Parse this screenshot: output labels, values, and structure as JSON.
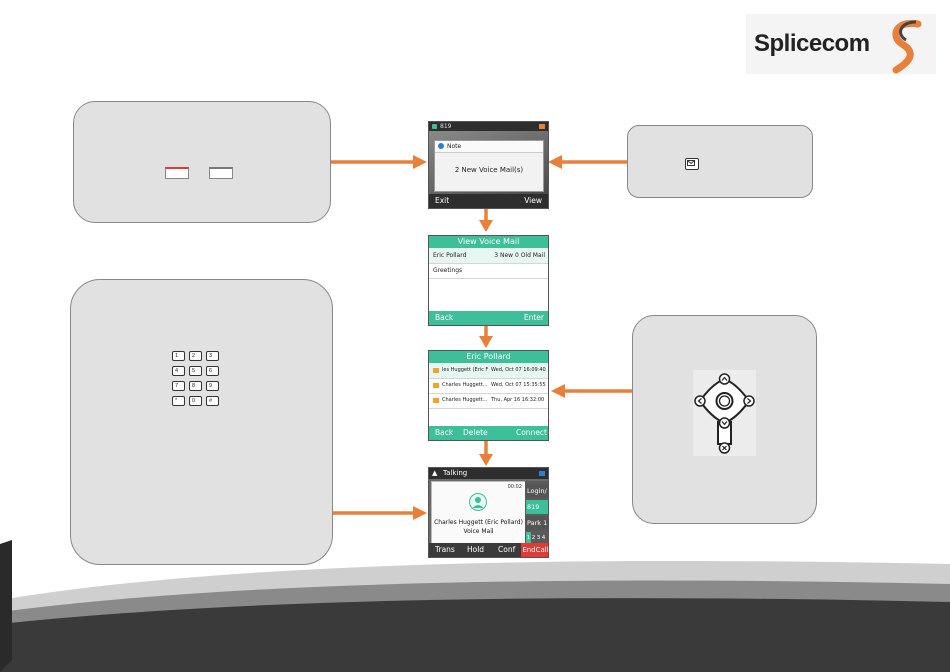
{
  "logo": {
    "brand": "Splicecom"
  },
  "phone_notification": {
    "extension": "819",
    "dialog_title": "Note",
    "dialog_message": "2 New Voice Mail(s)",
    "soft_left": "Exit",
    "soft_right": "View"
  },
  "view_voicemail": {
    "title": "View Voice Mail",
    "rows": [
      {
        "name": "Eric Pollard",
        "count": "3 New 0 Old Mail"
      },
      {
        "name": "Greetings",
        "count": ""
      }
    ],
    "soft_left": "Back",
    "soft_right": "Enter"
  },
  "mailbox": {
    "title": "Eric Pollard",
    "rows": [
      {
        "caller": "les Huggett (Eric F",
        "date": "Wed, Oct 07 16:09:40"
      },
      {
        "caller": "Charles Huggett...",
        "date": "Wed, Oct 07 15:35:55"
      },
      {
        "caller": "Charles Huggett...",
        "date": "Thu, Apr 16 16:32:00"
      }
    ],
    "soft_left": "Back",
    "soft_mid": "Delete",
    "soft_right": "Connect"
  },
  "talking": {
    "status": "Talking",
    "timer": "00:02",
    "caller_line1": "Charles Huggett (Eric Pollard)",
    "caller_line2": "Voice Mail",
    "side_items": [
      "Login/",
      "819",
      "Park 1",
      "1",
      "2",
      "3",
      "4"
    ],
    "soft_keys": [
      "Trans",
      "Hold",
      "Conf",
      "EndCall"
    ]
  },
  "keypad": {
    "keys": [
      "1",
      "2",
      "3",
      "4",
      "5",
      "6",
      "7",
      "8",
      "9",
      "*",
      "0",
      "#"
    ]
  },
  "colors": {
    "teal": "#3dbf9a",
    "arrow": "#e8803a",
    "end_call": "#e53935",
    "panel": "#e1e1e1"
  }
}
